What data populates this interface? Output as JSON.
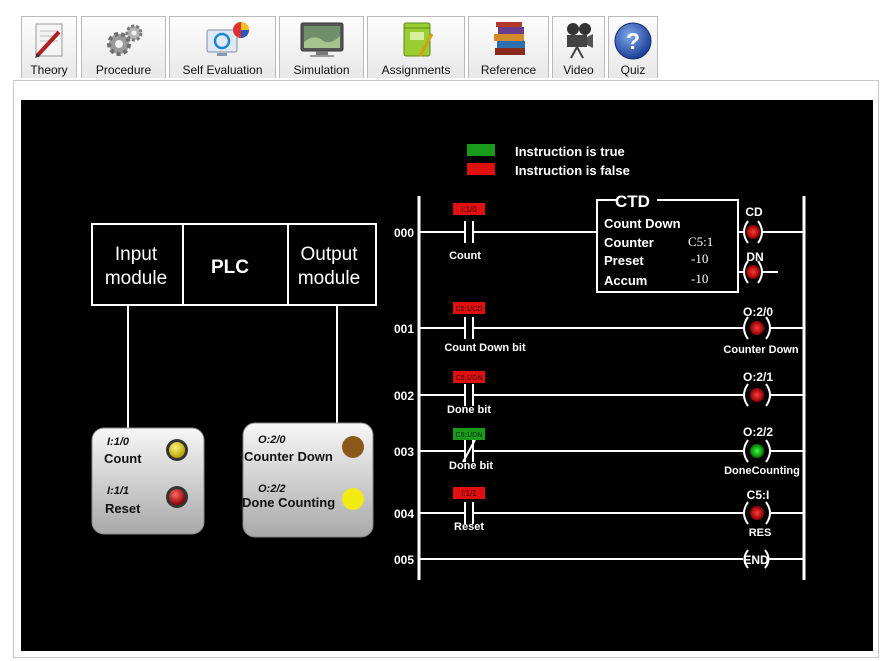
{
  "tabs": [
    {
      "label": "Theory",
      "icon": "theory-icon"
    },
    {
      "label": "Procedure",
      "icon": "gears-icon"
    },
    {
      "label": "Self Evaluation",
      "icon": "evaluation-icon"
    },
    {
      "label": "Simulation",
      "icon": "monitor-icon"
    },
    {
      "label": "Assignments",
      "icon": "notebook-icon"
    },
    {
      "label": "Reference",
      "icon": "books-icon"
    },
    {
      "label": "Video",
      "icon": "camera-icon"
    },
    {
      "label": "Quiz",
      "icon": "question-icon"
    }
  ],
  "legend": {
    "true_label": "Instruction is true",
    "false_label": "Instruction is false",
    "true_color": "#1a9a1a",
    "false_color": "#e01010"
  },
  "plc_blocks": {
    "input": "Input module",
    "plc": "PLC",
    "output": "Output module"
  },
  "input_panel": {
    "count_addr": "I:1/0",
    "count_label": "Count",
    "reset_addr": "I:1/1",
    "reset_label": "Reset"
  },
  "output_panel": {
    "cd_addr": "O:2/0",
    "cd_label": "Counter Down",
    "dc_addr": "O:2/2",
    "dc_label": "Done Counting"
  },
  "ladder": {
    "rungs": [
      {
        "num": "000",
        "contact_tag": "I:1/0",
        "contact_label": "Count"
      },
      {
        "num": "001",
        "contact_tag": "C5:1/CD",
        "contact_label": "Count Down bit",
        "coil_addr": "O:2/0",
        "coil_label": "Counter Down"
      },
      {
        "num": "002",
        "contact_tag": "C5:1/DN",
        "contact_label": "Done bit",
        "coil_addr": "O:2/1"
      },
      {
        "num": "003",
        "contact_tag": "C5:1/DN",
        "contact_label": "Done bit",
        "coil_addr": "O:2/2",
        "coil_label": "DoneCounting"
      },
      {
        "num": "004",
        "contact_tag": "I:1/1",
        "contact_label": "Reset",
        "coil_addr": "C5:I",
        "coil_label": "RES"
      },
      {
        "num": "005",
        "coil_label": "END"
      }
    ],
    "ctd": {
      "title": "CTD",
      "row1": "Count Down",
      "counter_label": "Counter",
      "counter_value": "C5:1",
      "preset_label": "Preset",
      "preset_value": "-10",
      "accum_label": "Accum",
      "accum_value": "-10",
      "cd_label": "CD",
      "dn_label": "DN"
    }
  }
}
